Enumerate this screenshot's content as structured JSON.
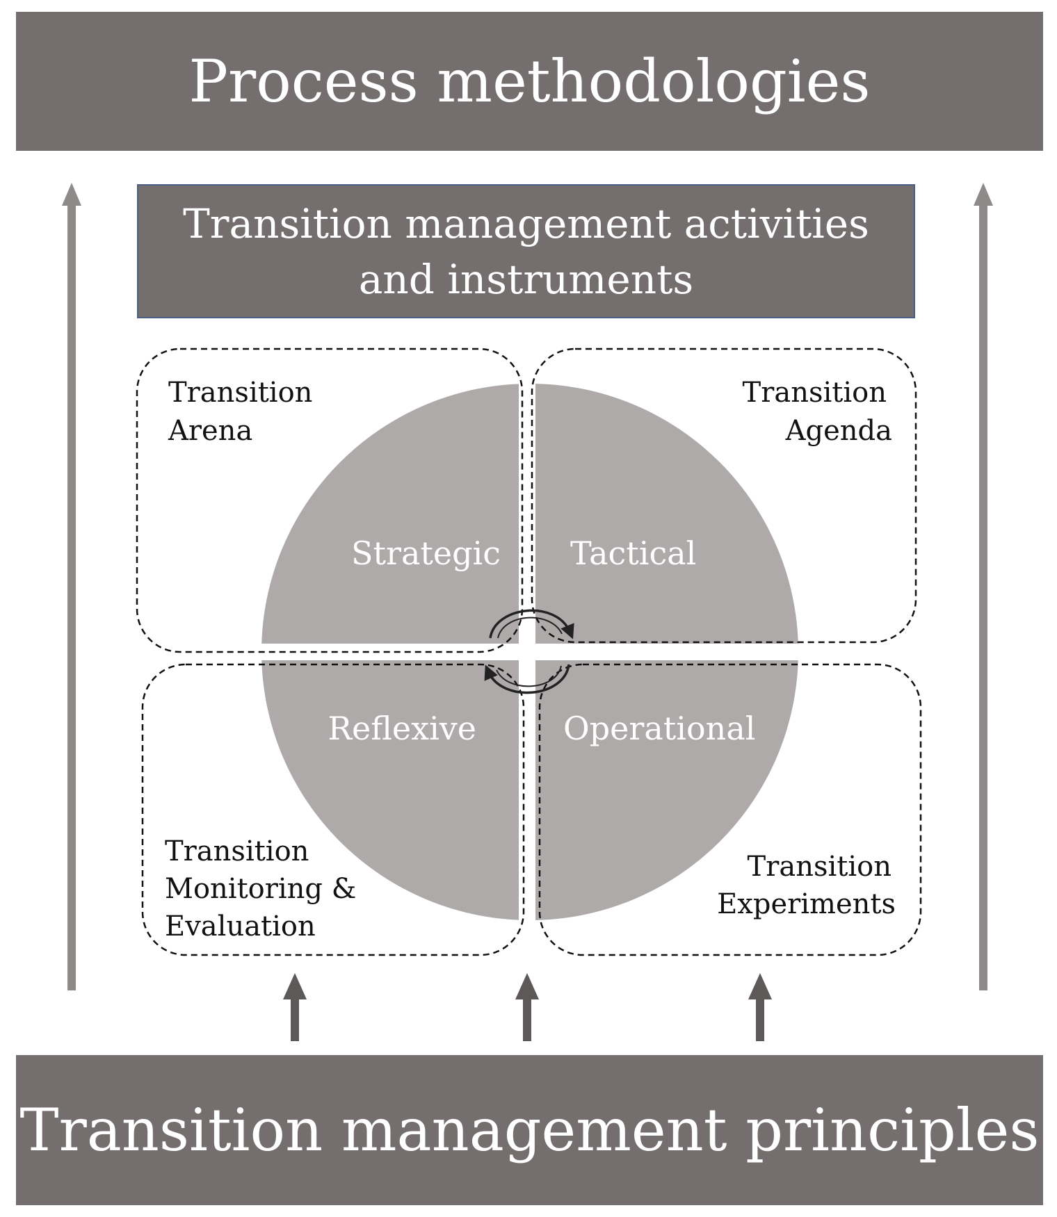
{
  "top_band": {
    "title": "Process methodologies"
  },
  "activities": {
    "line1": "Transition management activities",
    "line2": "and instruments"
  },
  "circle": {
    "fill": "#afaaaa",
    "quadrants": {
      "strategic": "Strategic",
      "tactical": "Tactical",
      "reflexive": "Reflexive",
      "operational": "Operational"
    }
  },
  "boxes": {
    "arena": {
      "line1": "Transition",
      "line2": "Arena"
    },
    "agenda": {
      "line1": "Transition",
      "line2": "Agenda"
    },
    "monitoring": {
      "line1": "Transition",
      "line2": "Monitoring &",
      "line3": "Evaluation"
    },
    "experiments": {
      "line1": "Transition",
      "line2": "Experiments"
    }
  },
  "bottom_band": {
    "title": "Transition management principles"
  },
  "colors": {
    "band": "#746e6e",
    "arrow_side": "#8f8a8a",
    "arrow_bottom": "#5e5959",
    "box_border": "#4b5f86"
  }
}
